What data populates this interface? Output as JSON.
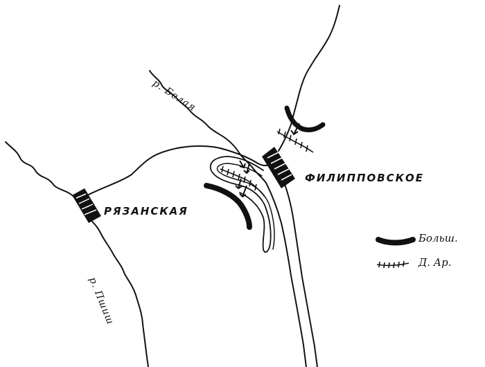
{
  "map": {
    "towns": {
      "ryazanskaya": "РЯЗАНСКАЯ",
      "filippovskoe": "ФИЛИППОВСКОЕ"
    },
    "rivers": {
      "belaya": "р. Белая",
      "pshish": "р. Пшиш"
    },
    "legend": {
      "bolsheviks": "Больш.",
      "volunteer_army": "Д. Ар."
    },
    "colors": {
      "ink": "#111111",
      "paper": "#ffffff"
    }
  }
}
